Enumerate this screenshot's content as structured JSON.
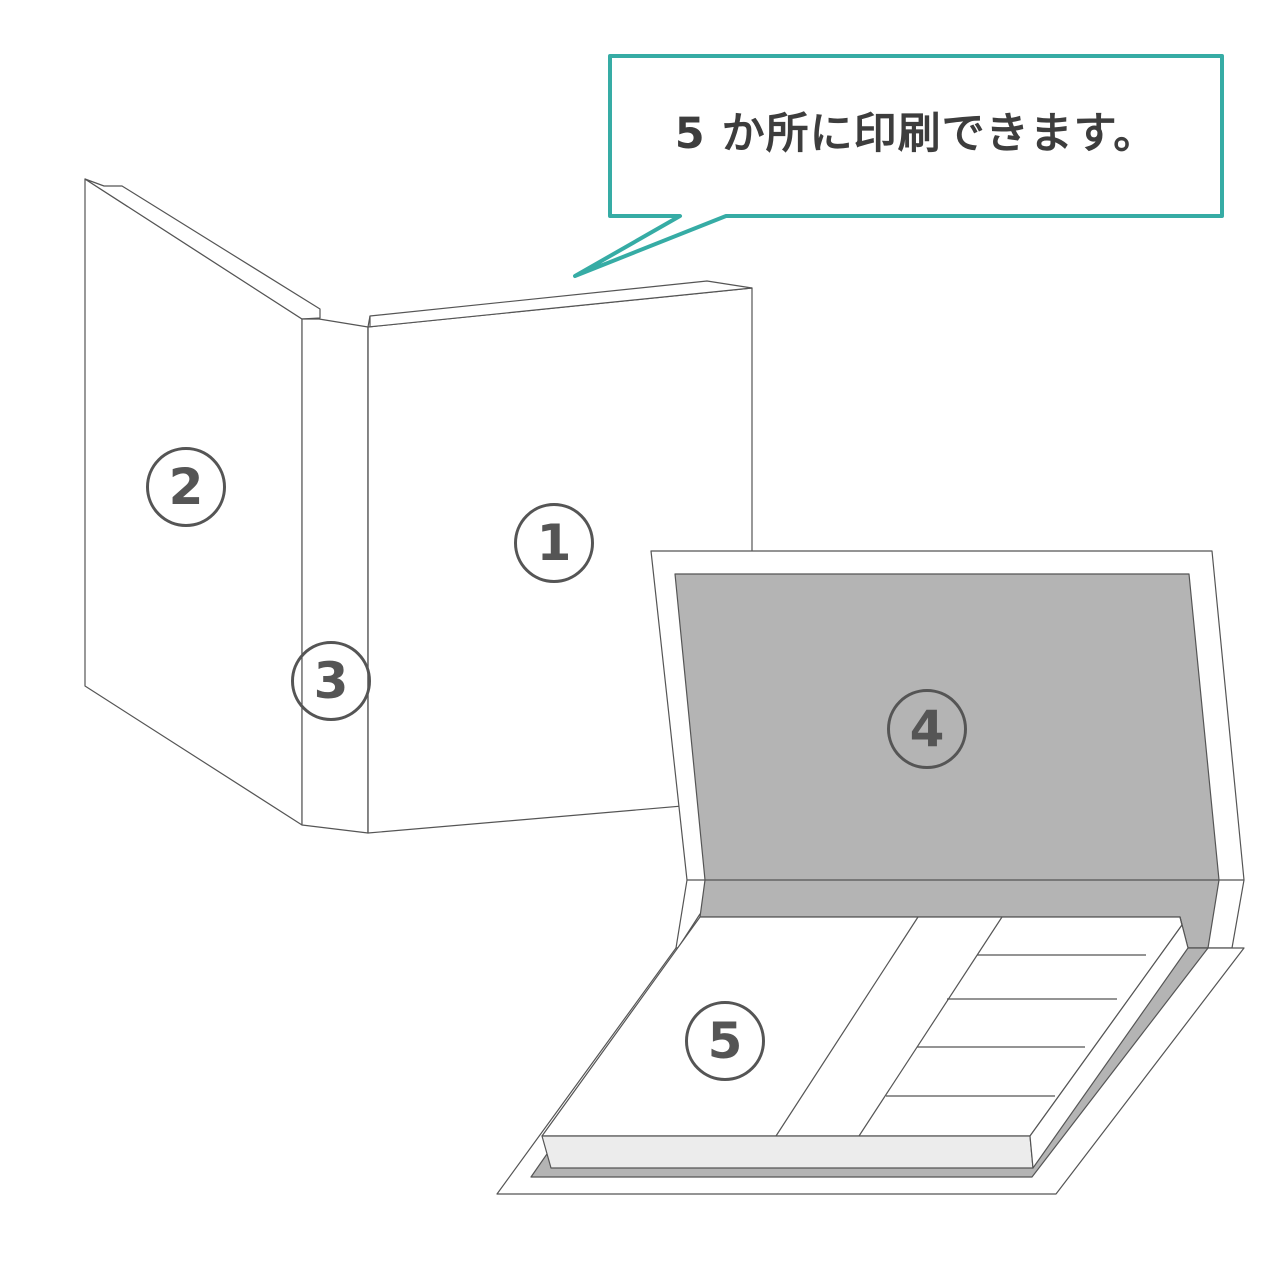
{
  "callout": {
    "text": "5 か所に印刷できます。",
    "border_color": "#36aca5"
  },
  "markers": [
    {
      "label": "1",
      "area": "front-cover"
    },
    {
      "label": "2",
      "area": "back-cover"
    },
    {
      "label": "3",
      "area": "spine"
    },
    {
      "label": "4",
      "area": "inside-lid"
    },
    {
      "label": "5",
      "area": "inner-tray"
    }
  ],
  "colors": {
    "outline": "#555555",
    "lid_interior": "#b4b4b4",
    "tray_edge": "#ececec",
    "marker_text": "#555555"
  }
}
